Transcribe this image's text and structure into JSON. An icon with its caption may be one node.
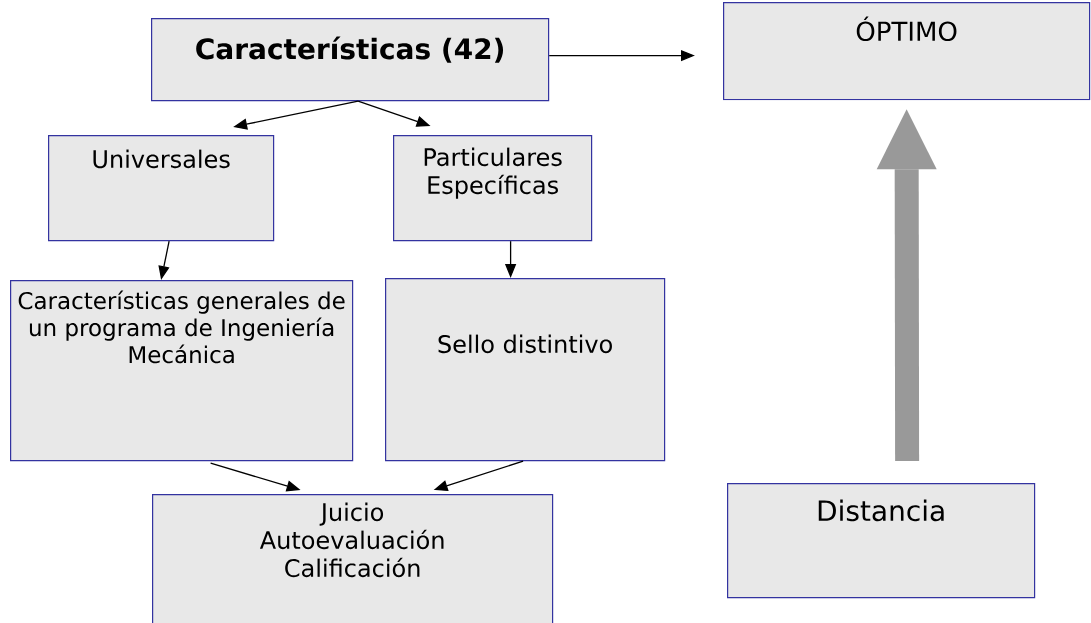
{
  "diagram": {
    "nodes": [
      {
        "text": [
          "Características (42)"
        ]
      },
      {
        "text": [
          "ÓPTIMO"
        ]
      },
      {
        "text": [
          "Universales"
        ]
      },
      {
        "text": [
          "Particulares",
          "Específicas"
        ]
      },
      {
        "text": [
          "Características generales de un programa de Ingeniería Mecánica"
        ]
      },
      {
        "text": [
          "Sello distintivo"
        ]
      },
      {
        "text": [
          "Juicio",
          "Autoevaluación",
          "Calificación"
        ]
      },
      {
        "text": [
          "Distancia"
        ]
      }
    ],
    "edges": [
      {
        "from": 0,
        "to": 1,
        "arrow": "to"
      },
      {
        "from": 0,
        "to": 2,
        "arrow": "to"
      },
      {
        "from": 0,
        "to": 3,
        "arrow": "to"
      },
      {
        "from": 2,
        "to": 4,
        "arrow": "to"
      },
      {
        "from": 3,
        "to": 5,
        "arrow": "to"
      },
      {
        "from": 4,
        "to": 6,
        "arrow": "to"
      },
      {
        "from": 5,
        "to": 6,
        "arrow": "to"
      },
      {
        "from": 7,
        "to": 1,
        "arrow": "to",
        "style": "thick",
        "color": "#999999"
      }
    ]
  }
}
